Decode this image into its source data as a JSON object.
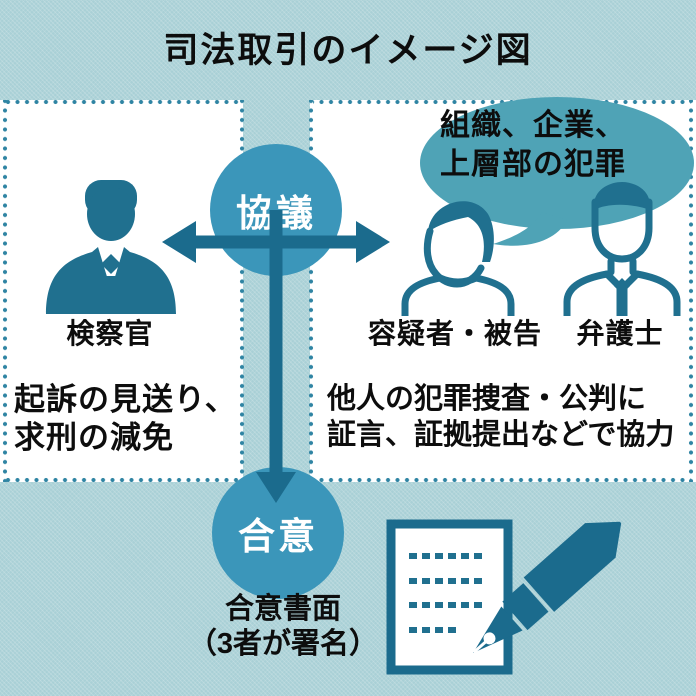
{
  "title": "司法取引のイメージ図",
  "colors": {
    "teal-bg": "#a9d0d6",
    "panel": "#ffffff",
    "node": "#3b96ba",
    "bubble": "#4fa3b6",
    "dark": "#1b6b8d",
    "icon": "#20708f",
    "dot": "#2f84a3",
    "text": "#0d0d0d"
  },
  "bubble": {
    "line1": "組織、企業、",
    "line2": "上層部の犯罪"
  },
  "nodes": {
    "negotiation": "協議",
    "agreement": "合意"
  },
  "actors": {
    "prosecutor": "検察官",
    "suspect": "容疑者・被告",
    "lawyer": "弁護士"
  },
  "offers": {
    "prosecutor_gives": [
      "起訴の見送り、",
      "求刑の減免"
    ],
    "suspect_gives": [
      "他人の犯罪捜査・公判に",
      "証言、証拠提出などで協力"
    ]
  },
  "document": {
    "caption": [
      "合意書面",
      "（3者が署名）"
    ]
  }
}
